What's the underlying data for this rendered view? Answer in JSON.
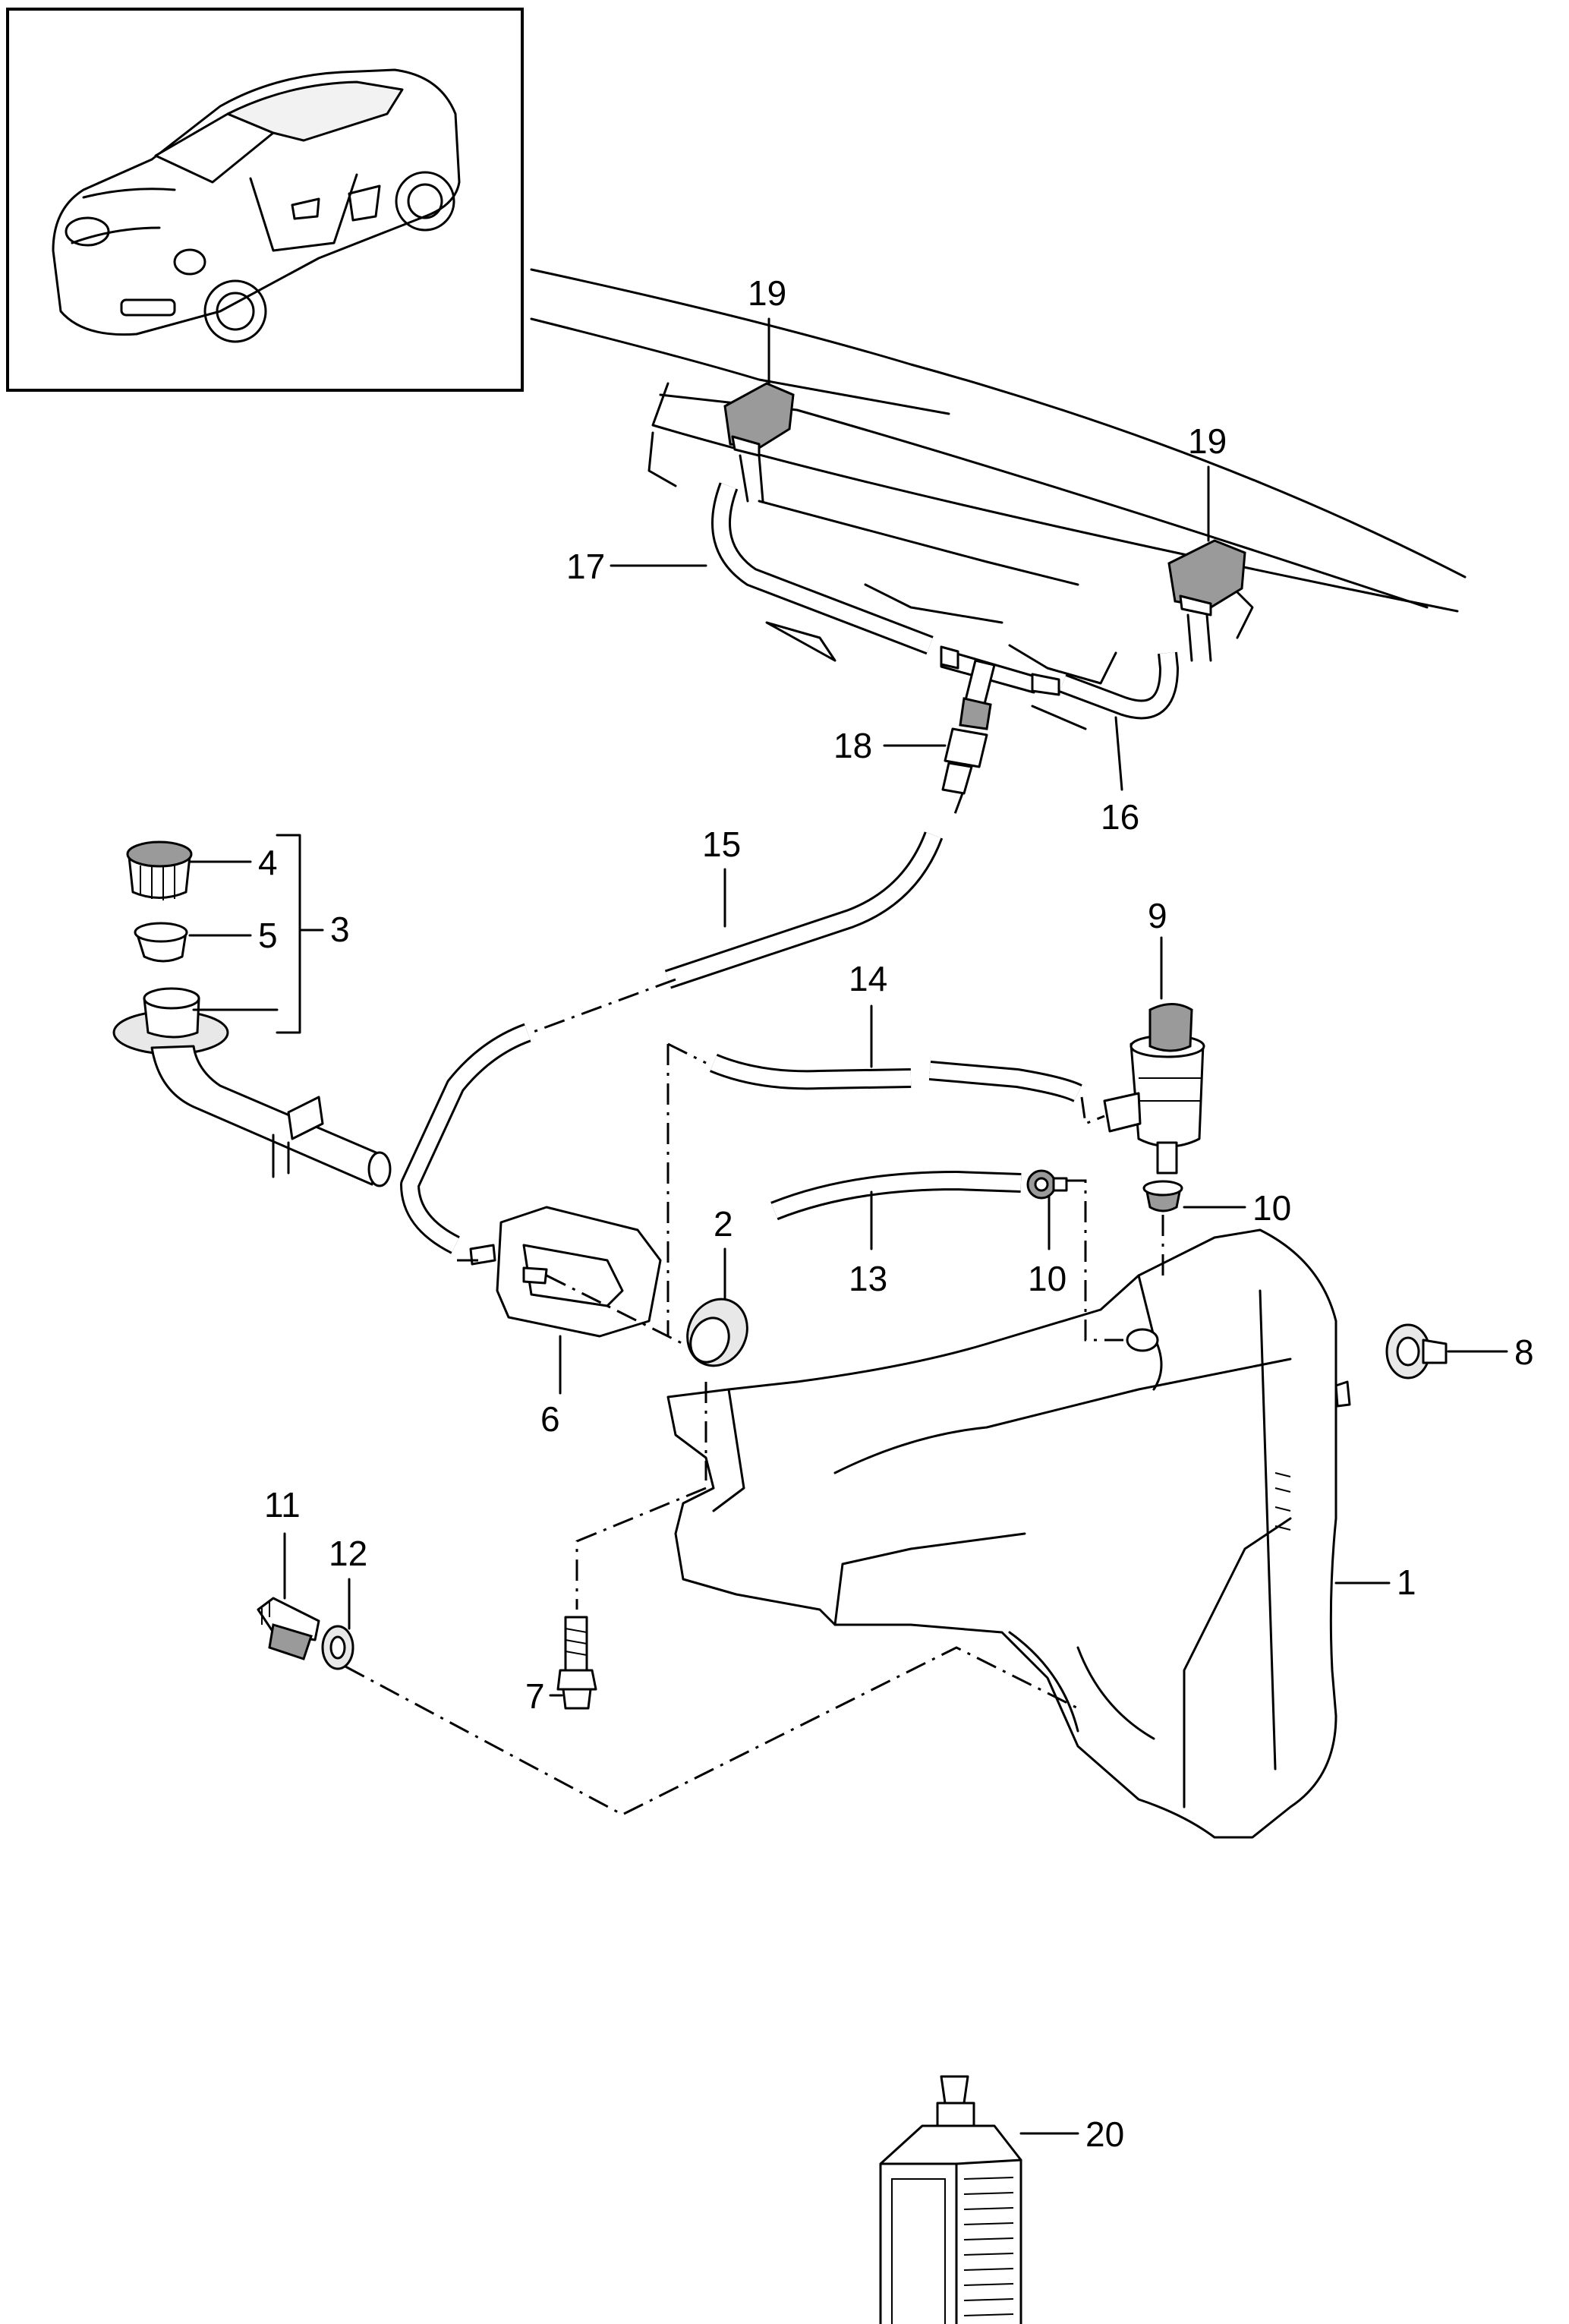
{
  "callouts": [
    {
      "id": "c1",
      "label": "1"
    },
    {
      "id": "c2",
      "label": "2"
    },
    {
      "id": "c3",
      "label": "3"
    },
    {
      "id": "c4",
      "label": "4"
    },
    {
      "id": "c5",
      "label": "5"
    },
    {
      "id": "c6",
      "label": "6"
    },
    {
      "id": "c7",
      "label": "7"
    },
    {
      "id": "c8",
      "label": "8"
    },
    {
      "id": "c9",
      "label": "9"
    },
    {
      "id": "c10a",
      "label": "10"
    },
    {
      "id": "c10b",
      "label": "10"
    },
    {
      "id": "c11",
      "label": "11"
    },
    {
      "id": "c12",
      "label": "12"
    },
    {
      "id": "c13",
      "label": "13"
    },
    {
      "id": "c14",
      "label": "14"
    },
    {
      "id": "c15",
      "label": "15"
    },
    {
      "id": "c16",
      "label": "16"
    },
    {
      "id": "c17",
      "label": "17"
    },
    {
      "id": "c18",
      "label": "18"
    },
    {
      "id": "c19a",
      "label": "19"
    },
    {
      "id": "c19b",
      "label": "19"
    },
    {
      "id": "c20",
      "label": "20"
    }
  ]
}
